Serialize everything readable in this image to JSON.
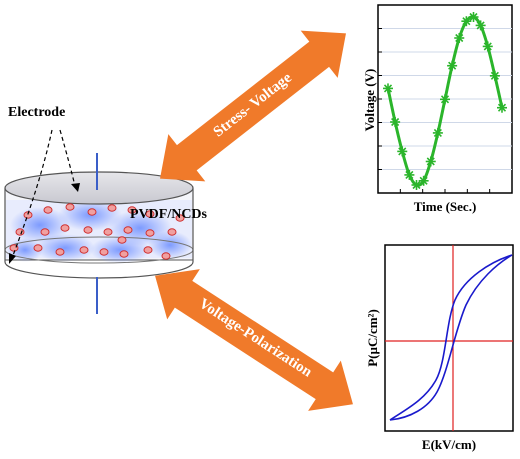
{
  "labels": {
    "electrode": "Electrode",
    "pvdf": "PVDF/NCDs"
  },
  "arrows": {
    "stress_voltage": "Stress- Voltage",
    "voltage_polarization": "Voltage-Polarization"
  },
  "colors": {
    "arrow": "#f07a2a",
    "voltage_curve": "#2bb52b",
    "loop_curve": "#1a1acc",
    "crosshair": "#e02020",
    "electrolyte": "#6a8cff",
    "particle_fill": "#f0a0a0",
    "particle_stroke": "#d03030",
    "electrode_wire": "#3a5ec8"
  },
  "chart_data": [
    {
      "type": "line",
      "title": "",
      "xlabel": "Time (Sec.)",
      "ylabel": "Voltage (V)",
      "grid": true,
      "marker": "asterisk",
      "series": [
        {
          "values": [
            0.15,
            -0.25,
            -0.6,
            -0.88,
            -1.0,
            -0.95,
            -0.72,
            -0.38,
            0.02,
            0.42,
            0.75,
            0.95,
            1.0,
            0.9,
            0.65,
            0.3,
            -0.08
          ]
        }
      ]
    },
    {
      "type": "line",
      "title": "",
      "xlabel": "E(kV/cm)",
      "ylabel": "P(µC/cm²)",
      "grid": false,
      "crosshair": true,
      "series": [
        {
          "values": "hysteresis loop"
        }
      ]
    }
  ]
}
